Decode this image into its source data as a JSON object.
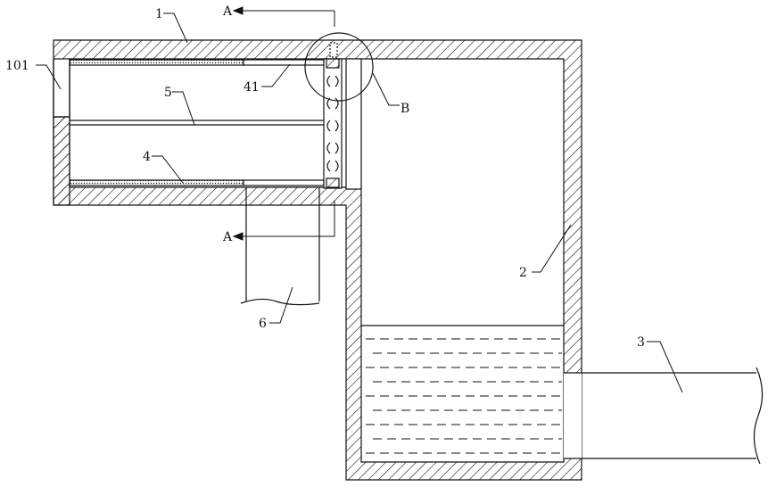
{
  "labels": {
    "section_top": "A",
    "section_bottom": "A",
    "housing": "1",
    "tank": "2",
    "outlet_pipe": "3",
    "filter_lower": "4",
    "divider": "5",
    "inlet_pipe": "6",
    "filter_upper": "41",
    "opening": "101",
    "detail": "B"
  },
  "colors": {
    "stroke": "#111111",
    "background": "#ffffff"
  }
}
